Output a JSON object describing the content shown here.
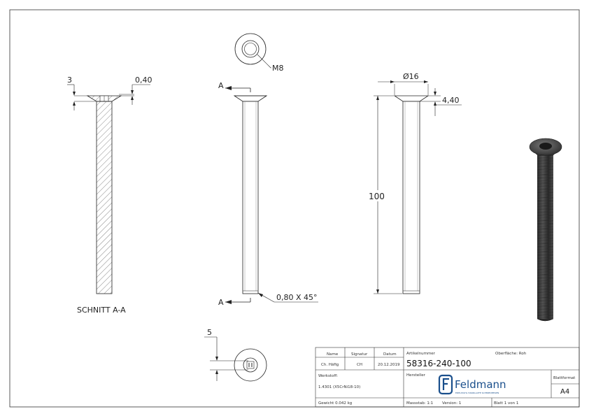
{
  "drawing": {
    "section_label": "SCHNITT A-A",
    "section_marker": "A",
    "thread": "M8",
    "dims": {
      "head_depth": "3",
      "recess_offset": "0,40",
      "head_diameter": "Ø16",
      "head_height": "4,40",
      "length": "100",
      "chamfer": "0,80 X 45°",
      "hex_socket": "5"
    }
  },
  "title_block": {
    "name_header": "Name",
    "signatur_header": "Signatur",
    "datum_header": "Datum",
    "name_value": "Ch. Häfig",
    "signatur_value": "CH",
    "datum_value": "20.12.2019",
    "artikelnummer_label": "Artikelnummer",
    "oberflaeche_label": "Oberfläche: Roh",
    "article_number": "58316-240-100",
    "werkstoff_label": "Werkstoff:",
    "werkstoff_value": "1.4301 (X5CrNi18-10)",
    "hersteller_label": "Hersteller",
    "logo_text": "Feldmann",
    "logo_tagline": "EDELSTAHL HANDLAUFE SCHMIEDEEISEN",
    "blattformat_label": "Blattformat",
    "blattformat_value": "A4",
    "gewicht": "Gewicht 0.042 kg",
    "massstab": "Massstab: 1:1",
    "version": "Version: 1",
    "blatt": "Blatt 1 von 1"
  },
  "colors": {
    "line": "#222222",
    "metal_dark": "#3a3a3a",
    "metal_mid": "#6a6a6a",
    "logo": "#1a4f8c"
  }
}
